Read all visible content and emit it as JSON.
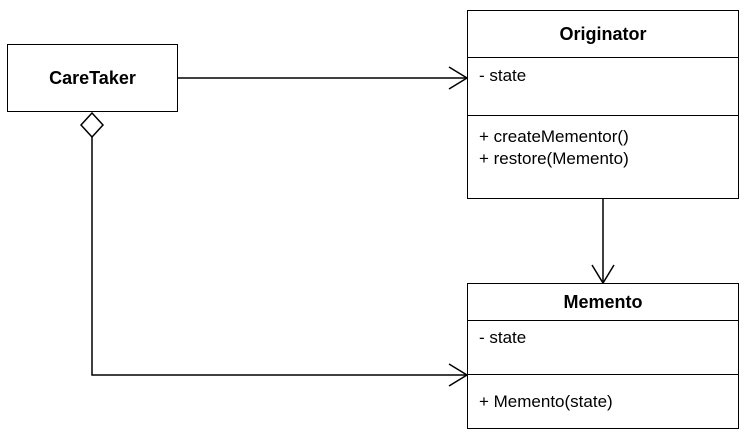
{
  "diagram": {
    "classes": {
      "caretaker": {
        "name": "CareTaker"
      },
      "originator": {
        "name": "Originator",
        "attributes": [
          "- state"
        ],
        "operations": [
          "+ createMementor()",
          "+ restore(Memento)"
        ]
      },
      "memento": {
        "name": "Memento",
        "attributes": [
          "- state"
        ],
        "operations": [
          "+ Memento(state)"
        ]
      }
    },
    "relations": [
      {
        "from": "CareTaker",
        "to": "Originator",
        "kind": "association"
      },
      {
        "from": "Originator",
        "to": "Memento",
        "kind": "association"
      },
      {
        "from": "CareTaker",
        "to": "Memento",
        "kind": "aggregation"
      }
    ]
  }
}
